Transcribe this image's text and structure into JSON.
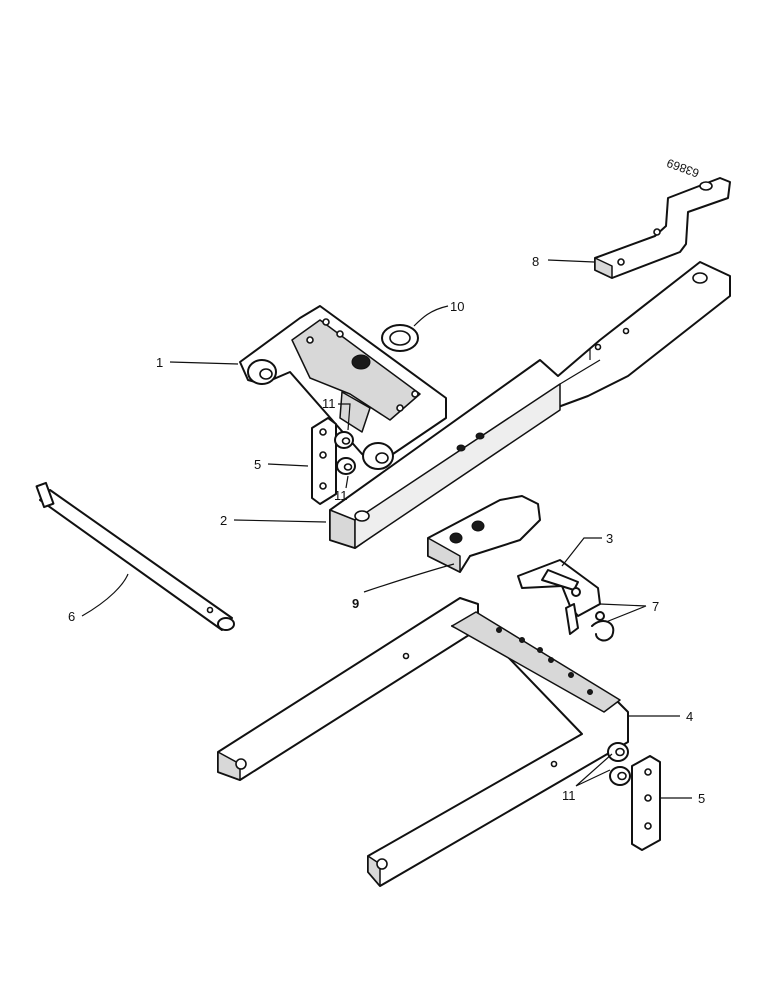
{
  "drawing": {
    "reference_code": "63869",
    "callouts": {
      "c1": "1",
      "c2": "2",
      "c3": "3",
      "c4": "4",
      "c5a": "5",
      "c5b": "5",
      "c6": "6",
      "c7": "7",
      "c8": "8",
      "c9": "9",
      "c10": "10",
      "c11a": "11",
      "c11b": "11",
      "c11c": "11"
    }
  }
}
